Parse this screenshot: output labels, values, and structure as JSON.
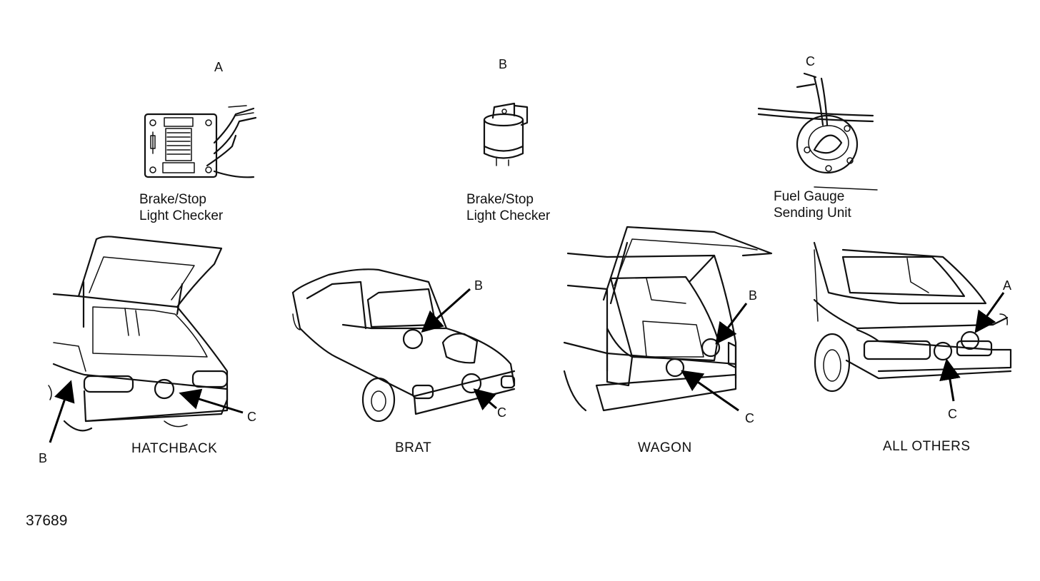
{
  "components": [
    {
      "letter": "A",
      "line1": "Brake/Stop",
      "line2": "Light Checker"
    },
    {
      "letter": "B",
      "line1": "Brake/Stop",
      "line2": "Light Checker"
    },
    {
      "letter": "C",
      "line1": "Fuel Gauge",
      "line2": "Sending Unit"
    }
  ],
  "vehicles": [
    {
      "caption": "HATCHBACK",
      "callouts": [
        "B",
        "C"
      ]
    },
    {
      "caption": "BRAT",
      "callouts": [
        "B",
        "C"
      ]
    },
    {
      "caption": "WAGON",
      "callouts": [
        "B",
        "C"
      ]
    },
    {
      "caption": "ALL OTHERS",
      "callouts": [
        "A",
        "C"
      ]
    }
  ],
  "figure_number": "37689"
}
